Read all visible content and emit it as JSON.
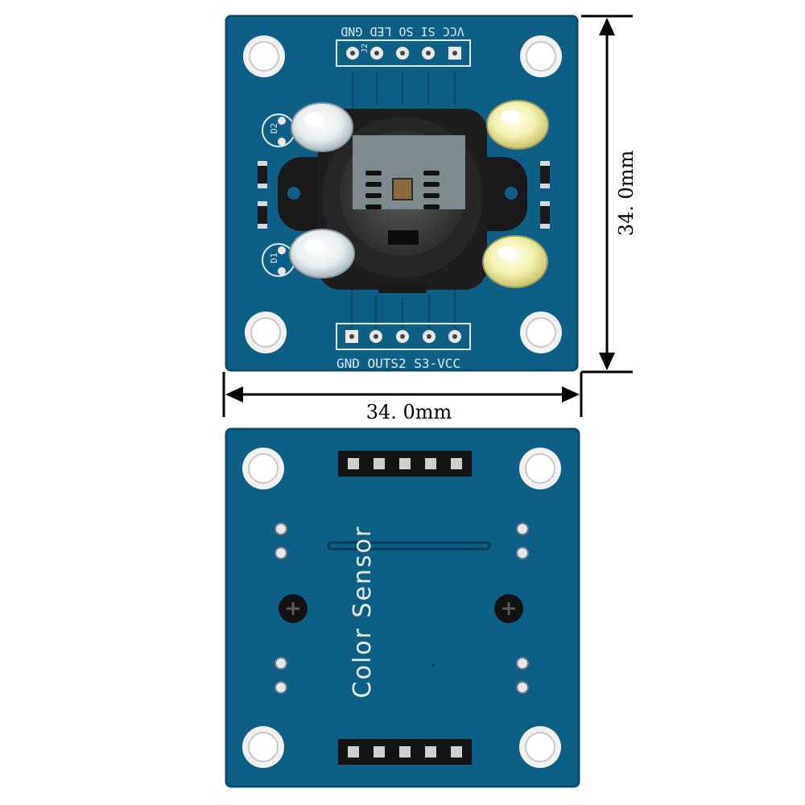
{
  "top_board": {
    "header_top_label": "VCC  SI  SO LED GND",
    "header_top_ref": "J2",
    "header_bottom_label": "GND OUTS2 S3-VCC",
    "led_ref_1": "D2",
    "led_ref_2": "D1"
  },
  "dimensions": {
    "height_label": "34. 0mm",
    "width_label": "34. 0mm"
  },
  "back_board": {
    "title": "Color Sensor"
  },
  "colors": {
    "pcb": "#0e5f86",
    "pcb_edge": "#0a4a6a",
    "pad": "#f4f4f4",
    "header_plastic": "#141414",
    "dimension_line": "#000000"
  }
}
